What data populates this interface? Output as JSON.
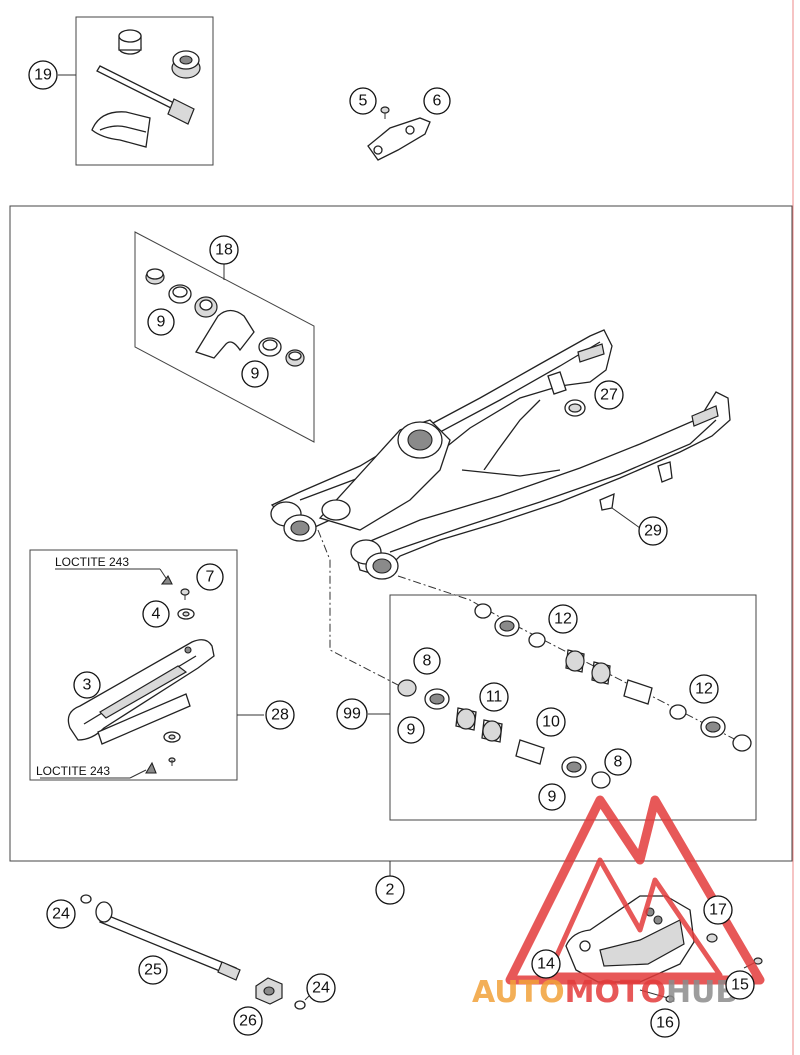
{
  "callouts": {
    "c2": "2",
    "c3": "3",
    "c4": "4",
    "c5": "5",
    "c6": "6",
    "c7": "7",
    "c8a": "8",
    "c8b": "8",
    "c9a": "9",
    "c9b": "9",
    "c9c": "9",
    "c9d": "9",
    "c10": "10",
    "c11": "11",
    "c12a": "12",
    "c12b": "12",
    "c14": "14",
    "c15": "15",
    "c16": "16",
    "c17": "17",
    "c18": "18",
    "c19": "19",
    "c24a": "24",
    "c24b": "24",
    "c25": "25",
    "c26": "26",
    "c27": "27",
    "c28": "28",
    "c29": "29",
    "c99": "99"
  },
  "notes": {
    "loctite_top": "LOCTITE 243",
    "loctite_bottom": "LOCTITE 243"
  },
  "watermark": {
    "part1": "AUTO",
    "part2": "MOTO",
    "part3": "HUB",
    "color_orange": "#f2a23a",
    "color_red": "#e33b3b",
    "color_grey": "#8c8c8c"
  }
}
